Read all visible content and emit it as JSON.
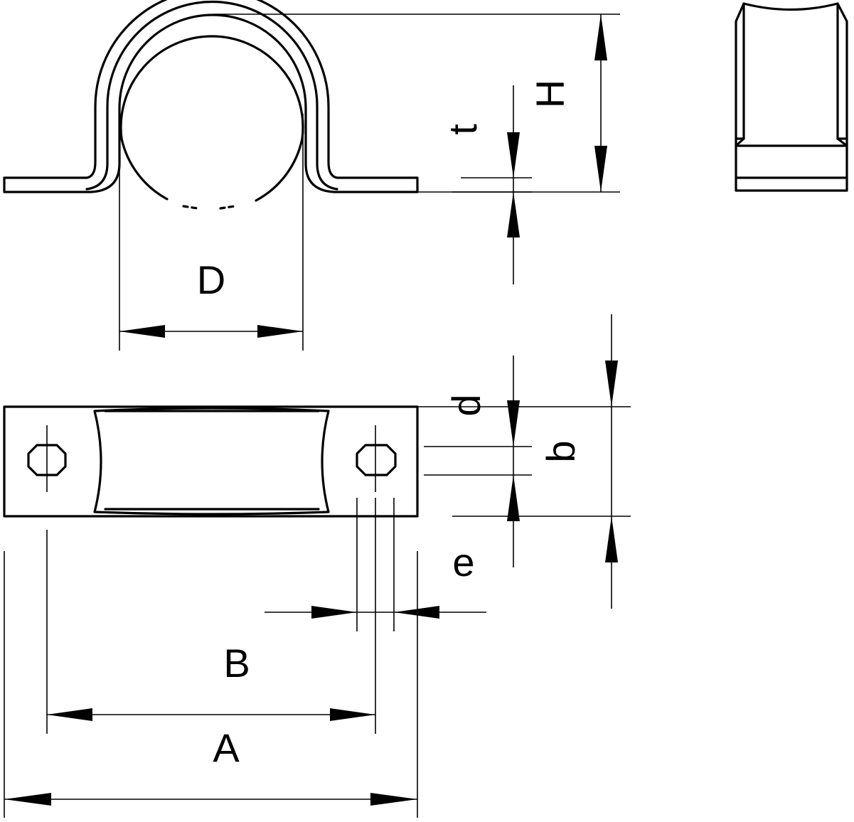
{
  "labels": {
    "D": "D",
    "H": "H",
    "t": "t",
    "d": "d",
    "b": "b",
    "e": "e",
    "B": "B",
    "A": "A"
  },
  "colors": {
    "line": "#000000",
    "background": "#ffffff"
  }
}
